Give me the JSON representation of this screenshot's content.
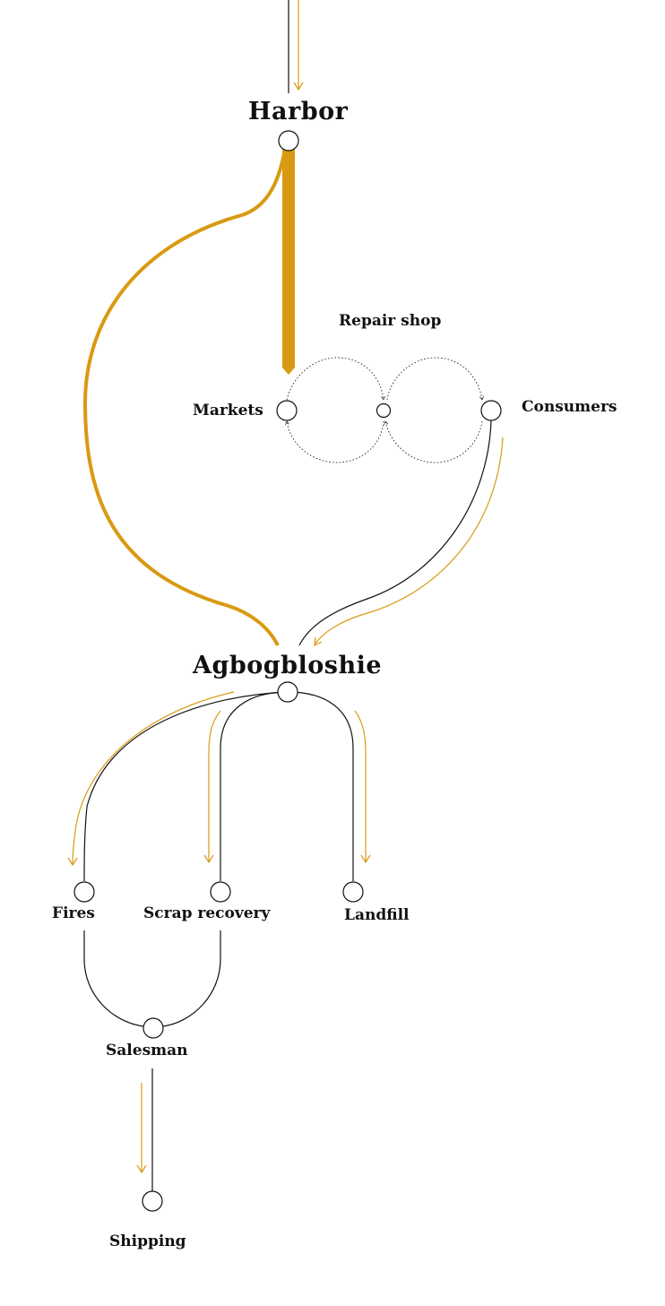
{
  "diagram": {
    "nodes": {
      "harbor": "Harbor",
      "repair_shop": "Repair shop",
      "markets": "Markets",
      "consumers": "Consumers",
      "agbogbloshie": "Agbogbloshie",
      "fires": "Fires",
      "scrap_recovery": "Scrap recovery",
      "landfill": "Landfill",
      "salesman": "Salesman",
      "shipping": "Shipping"
    }
  },
  "colors": {
    "flow": "#D89A12",
    "line": "#111111",
    "background": "#ffffff"
  }
}
